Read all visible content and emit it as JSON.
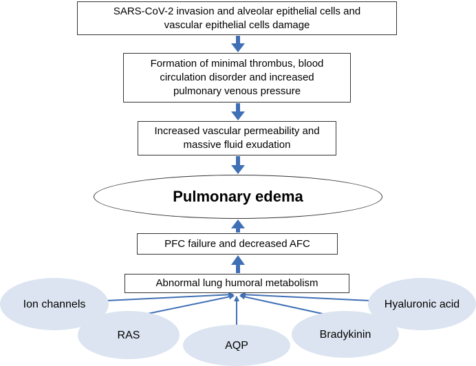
{
  "steps": [
    {
      "lines": [
        "SARS-CoV-2  invasion and alveolar epithelial cells and",
        "vascular epithelial cells damage"
      ]
    },
    {
      "lines": [
        "Formation of minimal thrombus, blood",
        "circulation disorder and increased",
        "pulmonary  venous pressure"
      ]
    },
    {
      "lines": [
        "Increased vascular permeability and",
        "massive fluid exudation"
      ]
    }
  ],
  "center": "Pulmonary edema",
  "lower_steps": [
    {
      "lines": [
        "PFC failure and decreased AFC"
      ]
    },
    {
      "lines": [
        "Abnormal  lung humoral metabolism"
      ]
    }
  ],
  "factors": {
    "ion": [
      "Ion",
      "channels"
    ],
    "ras": [
      "RAS"
    ],
    "aqp": [
      "AQP"
    ],
    "bradykinin": [
      "Bradykinin"
    ],
    "hyaluronic": [
      "Hyaluronic",
      "acid"
    ]
  },
  "colors": {
    "arrow": "#3f6fb5",
    "bubble": "#dbe4f0",
    "border": "#333333"
  }
}
